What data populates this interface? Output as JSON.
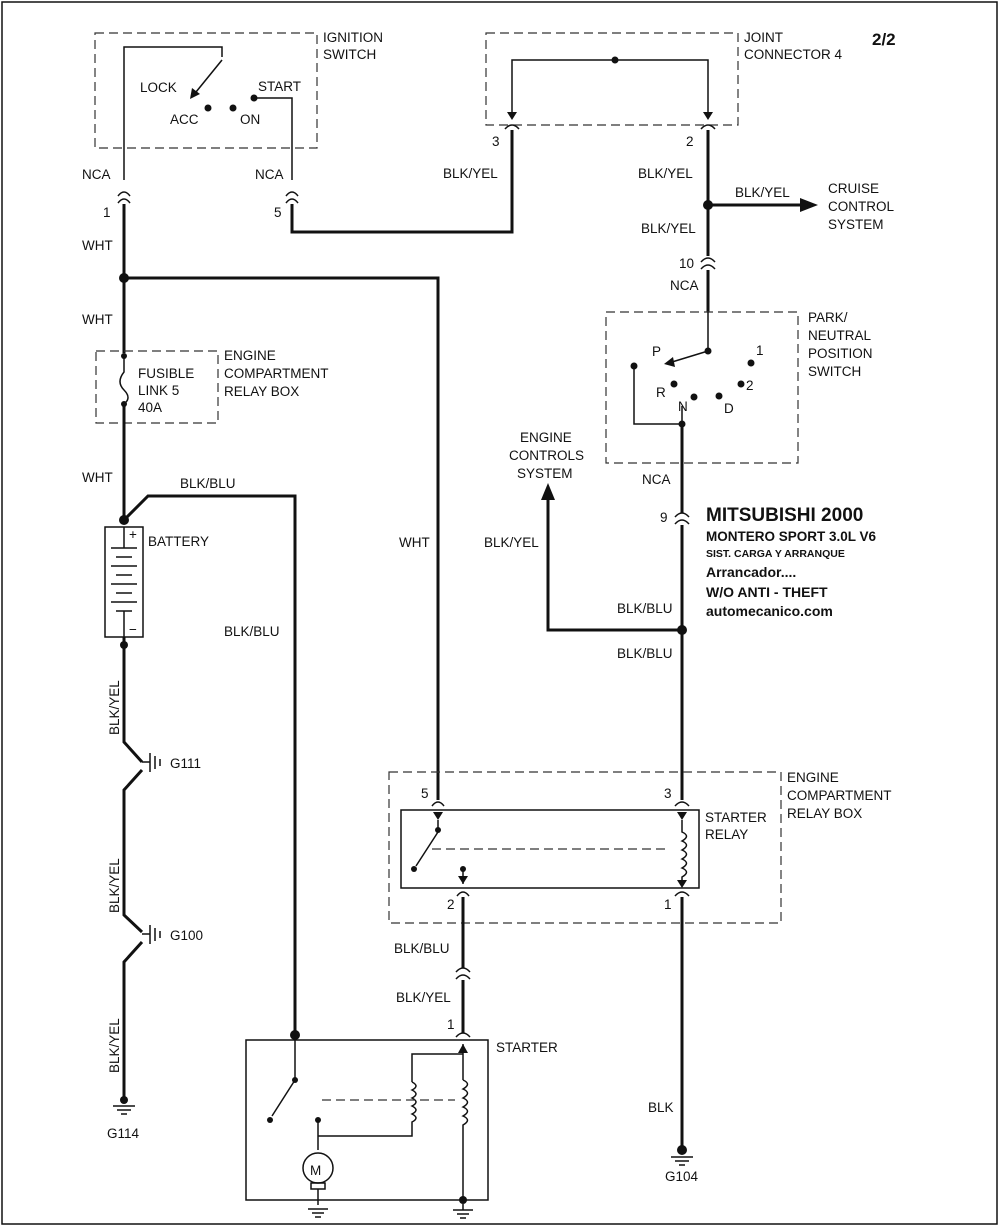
{
  "page_label": "2/2",
  "header": {
    "line1": "MITSUBISHI 2000",
    "line2": "MONTERO SPORT  3.0L  V6",
    "line3": "SIST. CARGA Y ARRANQUE",
    "line4": "Arrancador....",
    "line5": "W/O ANTI - THEFT",
    "line6": "automecanico.com"
  },
  "components": {
    "ignition_switch": {
      "name_line1": "IGNITION",
      "name_line2": "SWITCH",
      "pos_lock": "LOCK",
      "pos_acc": "ACC",
      "pos_on": "ON",
      "pos_start": "START"
    },
    "joint_connector": {
      "name_line1": "JOINT",
      "name_line2": "CONNECTOR 4",
      "pin_left": "3",
      "pin_right": "2"
    },
    "cruise": {
      "line1": "CRUISE",
      "line2": "CONTROL",
      "line3": "SYSTEM"
    },
    "pnp_switch": {
      "line1": "PARK/",
      "line2": "NEUTRAL",
      "line3": "POSITION",
      "line4": "SWITCH",
      "pos_p": "P",
      "pos_r": "R",
      "pos_n": "N",
      "pos_d": "D",
      "pos_2": "2",
      "pos_1": "1"
    },
    "engine_controls": {
      "line1": "ENGINE",
      "line2": "CONTROLS",
      "line3": "SYSTEM"
    },
    "fusible_link": {
      "line1": "FUSIBLE",
      "line2": "LINK 5",
      "line3": "40A"
    },
    "relay_box_top": {
      "line1": "ENGINE",
      "line2": "COMPARTMENT",
      "line3": "RELAY BOX"
    },
    "battery": {
      "name": "BATTERY",
      "plus": "+",
      "minus": "−"
    },
    "relay_box_bottom": {
      "line1": "ENGINE",
      "line2": "COMPARTMENT",
      "line3": "RELAY BOX"
    },
    "starter_relay": {
      "line1": "STARTER",
      "line2": "RELAY",
      "pin5": "5",
      "pin3": "3",
      "pin2": "2",
      "pin1": "1"
    },
    "starter": {
      "name": "STARTER",
      "motor": "M",
      "pin1": "1"
    }
  },
  "grounds": {
    "g111": "G111",
    "g100": "G100",
    "g114": "G114",
    "g104": "G104"
  },
  "connectors": {
    "nca1": "NCA",
    "pin1": "1",
    "nca5": "NCA",
    "pin5": "5",
    "pin10": "10",
    "nca10": "NCA",
    "nca9": "NCA",
    "pin9": "9"
  },
  "wires": {
    "blk_yel_j3": "BLK/YEL",
    "blk_yel_j2": "BLK/YEL",
    "blk_yel_cruise": "BLK/YEL",
    "blk_yel_10": "BLK/YEL",
    "wht_1": "WHT",
    "wht_2": "WHT",
    "wht_3": "WHT",
    "wht_4": "WHT",
    "blk_blu_top": "BLK/BLU",
    "blk_blu_mid": "BLK/BLU",
    "blk_yel_ecs": "BLK/YEL",
    "blk_blu_junc_top": "BLK/BLU",
    "blk_blu_junc_bot": "BLK/BLU",
    "blk_yel_g111": "BLK/YEL",
    "blk_yel_g100": "BLK/YEL",
    "blk_yel_g114": "BLK/YEL",
    "blk_blu_relay": "BLK/BLU",
    "blk_yel_starter": "BLK/YEL",
    "blk_g104": "BLK"
  }
}
